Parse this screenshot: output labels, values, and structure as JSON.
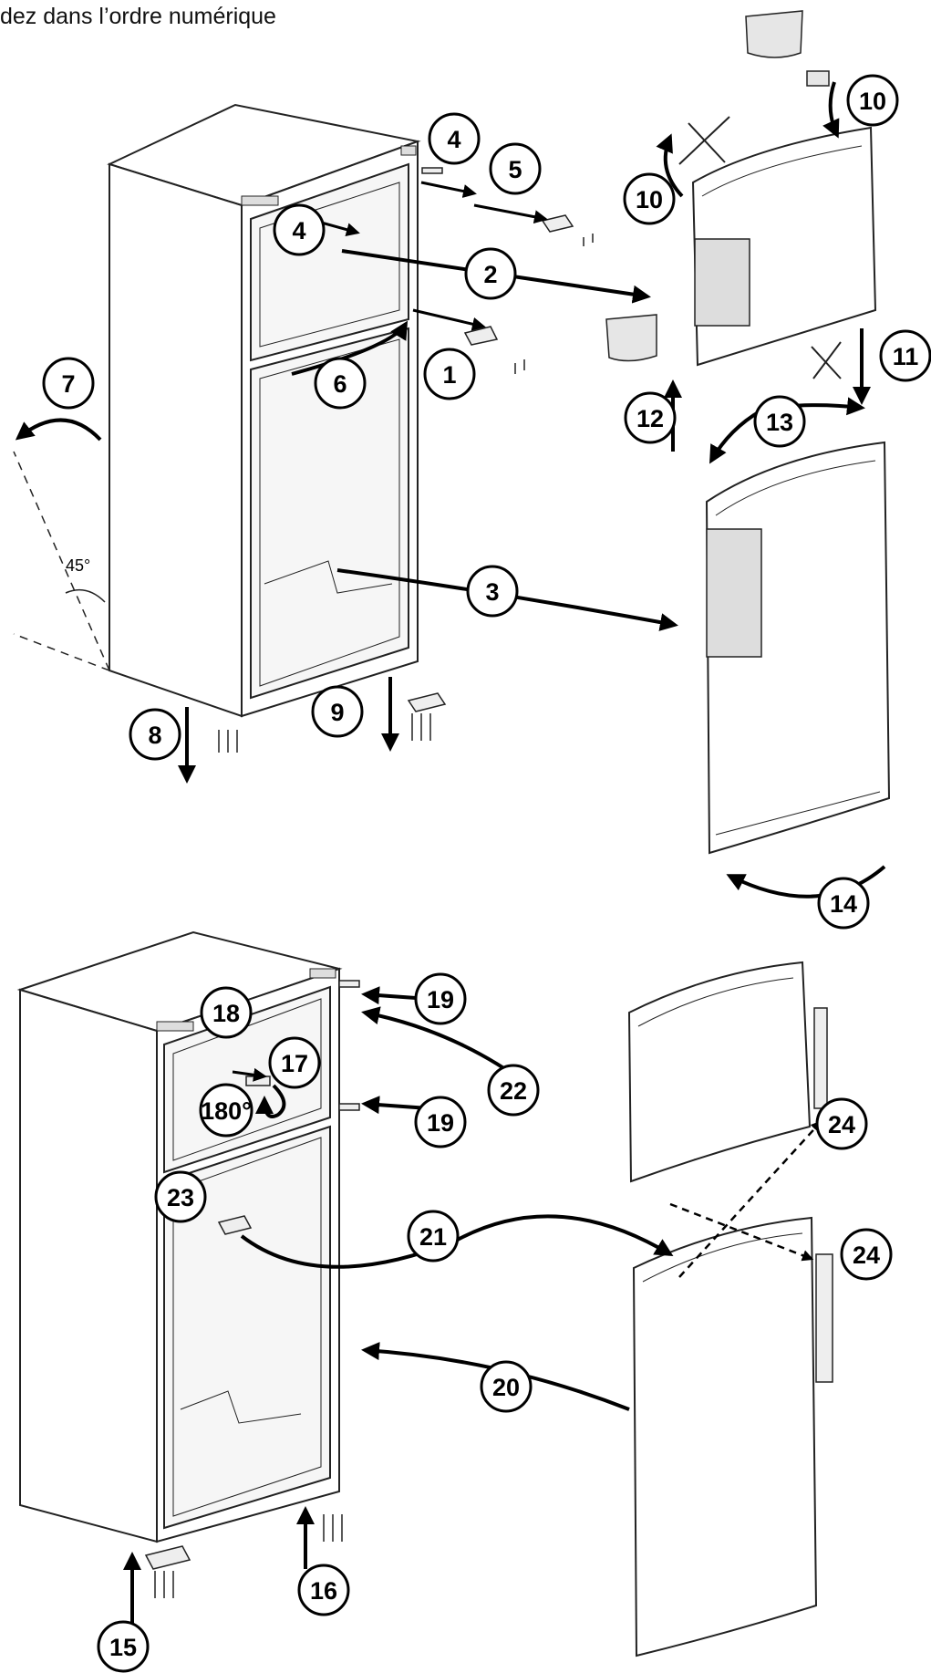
{
  "header": {
    "text": "dez dans l’ordre numérique"
  },
  "angle_label": "45°",
  "rotation_label": "180°",
  "step_labels": [
    "1",
    "2",
    "3",
    "4",
    "4",
    "5",
    "6",
    "7",
    "8",
    "9",
    "10",
    "10",
    "11",
    "12",
    "13",
    "14",
    "15",
    "16",
    "17",
    "18",
    "19",
    "19",
    "20",
    "21",
    "22",
    "23",
    "24",
    "24"
  ]
}
